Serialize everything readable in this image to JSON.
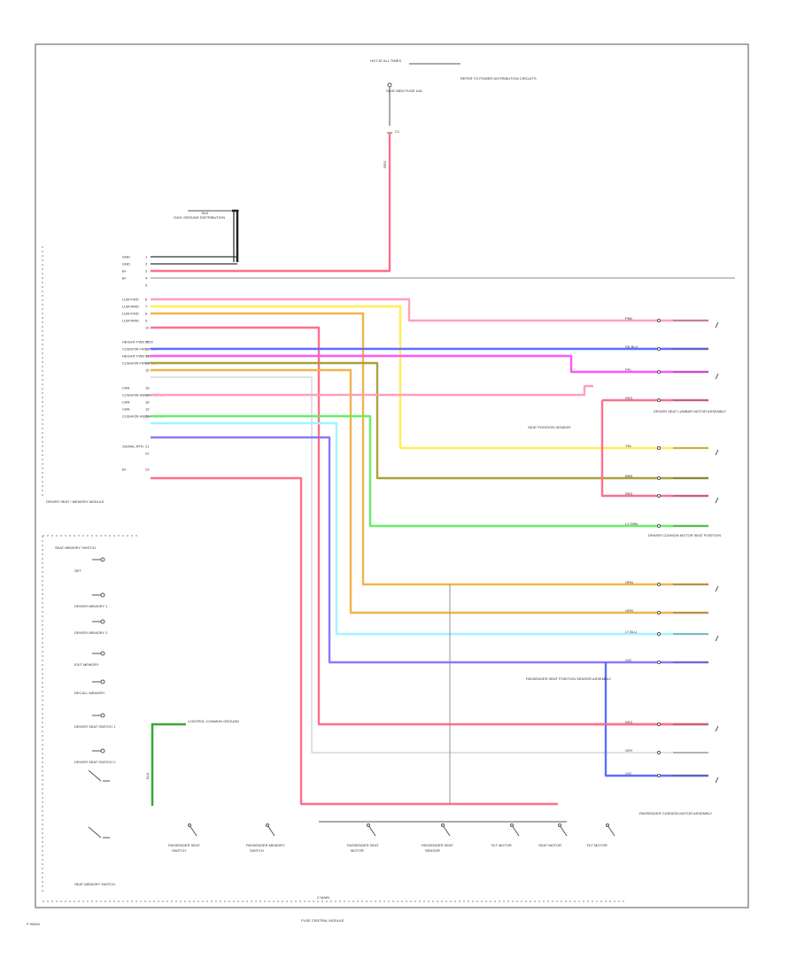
{
  "diagram": {
    "footer": {
      "code": "P 93464",
      "module_title": "FUSE CENTRAL MODULE",
      "module_tag": "C MAIN"
    },
    "top": {
      "battery_label": "HOT AT ALL TIMES",
      "fuse_label": "SEAT MEM FUSE 10A",
      "ref_text": "REFER TO POWER DISTRIBUTION CIRCUITS",
      "connector_label": "C1"
    },
    "ground_block": {
      "label": "G401 GROUND DISTRIBUTION",
      "wire": "BLK"
    },
    "left_module": {
      "title": "DRIVER SEAT / MEMORY MODULE",
      "pins": [
        "GND",
        "GND",
        "B+",
        "B+",
        "",
        "LUM FWD",
        "LUM RWD",
        "LUM FWD",
        "LUM RWD",
        "",
        "HEIGHT FWD POS",
        "CUSHION FWD POS",
        "HEIGHT FWD POS",
        "CUSHION FWD POS",
        "",
        "CAN",
        "CUSHION HEIGHT CTRL",
        "CAN",
        "CAN",
        "CUSHION HEIGHT CTRL",
        "SIGNAL RTN",
        "",
        "B+"
      ]
    },
    "switches": {
      "title": "SEAT MEMORY SWITCH",
      "items": [
        "SET",
        "DRIVER MEMORY 1",
        "DRIVER MEMORY 2",
        "EXIT MEMORY",
        "RECALL MEMORY",
        "DRIVER SEAT SWITCH 1",
        "DRIVER SEAT SWITCH 2"
      ],
      "bottom_label": "SEAT MEMORY SWITCH"
    },
    "ground_note": "CONTROL COMMON GROUND",
    "bottom_components": [
      "PASSENGER SEAT SWITCH",
      "PASSENGER MEMORY SWITCH",
      "PASSENGER SEAT MOTOR",
      "PASSENGER SEAT SENSOR",
      "TILT MOTOR",
      "SEAT MOTOR",
      "TILT MOTOR"
    ],
    "right_labels": {
      "driver_lumbar": "DRIVER SEAT LUMBAR MOTOR ASSEMBLY",
      "seat_position": "SEAT POSITION SENSOR",
      "driver_cushion": "DRIVER CUSHION MOTOR SEAT POSITION",
      "passenger_group": "PASSENGER SEAT POSITION SENSOR ASSEMBLY",
      "passenger_cushion": "PASSENGER CUSHION MOTOR ASSEMBLY"
    },
    "wires": {
      "red": "RED",
      "pink": "PNK",
      "yellow": "YEL",
      "blue": "DK BLU",
      "olive": "BRN",
      "magenta": "PPL",
      "green": "LT GRN",
      "cyan": "LT BLU",
      "orange": "ORN",
      "violet": "VIO",
      "gray": "GRY",
      "black": "BLK"
    },
    "colors": {
      "red": "#ff6f8a",
      "pink": "#ff9fc0",
      "yellow": "#ffee55",
      "blue": "#5d6cff",
      "olive": "#a8a33a",
      "magenta": "#ff55ff",
      "green": "#66ee66",
      "cyan": "#9ff5ff",
      "orange": "#f2b34a",
      "violet": "#8a78ff",
      "gray": "#bfbfbf",
      "black": "#333333",
      "green_dark": "#33aa33"
    }
  }
}
